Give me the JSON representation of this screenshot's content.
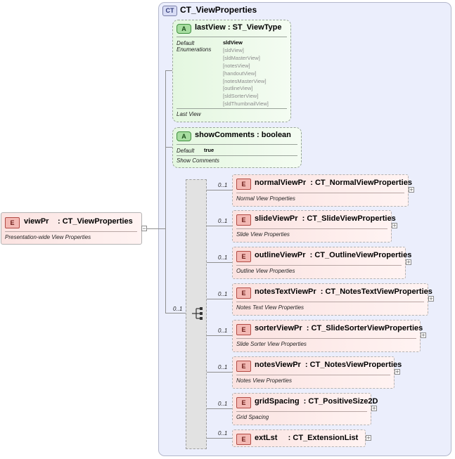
{
  "root": {
    "badge": "E",
    "name": "viewPr",
    "type": ": CT_ViewProperties",
    "description": "Presentation-wide View Properties",
    "collapse": "−"
  },
  "complex_type": {
    "badge": "CT",
    "name": "CT_ViewProperties"
  },
  "attributes": [
    {
      "badge": "A",
      "title": "lastView  : ST_ViewType",
      "default_label": "Default",
      "enum_label": "Enumerations",
      "default_value": "sldView",
      "enumerations": [
        "[sldView]",
        "[sldMasterView]",
        "[notesView]",
        "[handoutView]",
        "[notesMasterView]",
        "[outlineView]",
        "[sldSorterView]",
        "[sldThumbnailView]"
      ],
      "description": "Last View"
    },
    {
      "badge": "A",
      "title": "showComments  : boolean",
      "default_label": "Default",
      "default_value": "true",
      "description": "Show Comments"
    }
  ],
  "sequence": {
    "cardinality": "0..1"
  },
  "children": [
    {
      "badge": "E",
      "cardinality": "0..1",
      "title": "normalViewPr  : CT_NormalViewProperties",
      "description": "Normal View Properties",
      "expand": "+"
    },
    {
      "badge": "E",
      "cardinality": "0..1",
      "title": "slideViewPr  : CT_SlideViewProperties",
      "description": "Slide View Properties",
      "expand": "+"
    },
    {
      "badge": "E",
      "cardinality": "0..1",
      "title": "outlineViewPr  : CT_OutlineViewProperties",
      "description": "Outline View Properties",
      "expand": "+"
    },
    {
      "badge": "E",
      "cardinality": "0..1",
      "title": "notesTextViewPr  : CT_NotesTextViewProperties",
      "description": "Notes Text View Properties",
      "expand": "+"
    },
    {
      "badge": "E",
      "cardinality": "0..1",
      "title": "sorterViewPr  : CT_SlideSorterViewProperties",
      "description": "Slide Sorter View Properties",
      "expand": "+"
    },
    {
      "badge": "E",
      "cardinality": "0..1",
      "title": "notesViewPr  : CT_NotesViewProperties",
      "description": "Notes View Properties",
      "expand": "+"
    },
    {
      "badge": "E",
      "cardinality": "0..1",
      "title": "gridSpacing  : CT_PositiveSize2D",
      "description": "Grid Spacing",
      "expand": "+"
    },
    {
      "badge": "E",
      "cardinality": "0..1",
      "title": "extLst     : CT_ExtensionList",
      "description": "",
      "expand": "+"
    }
  ]
}
